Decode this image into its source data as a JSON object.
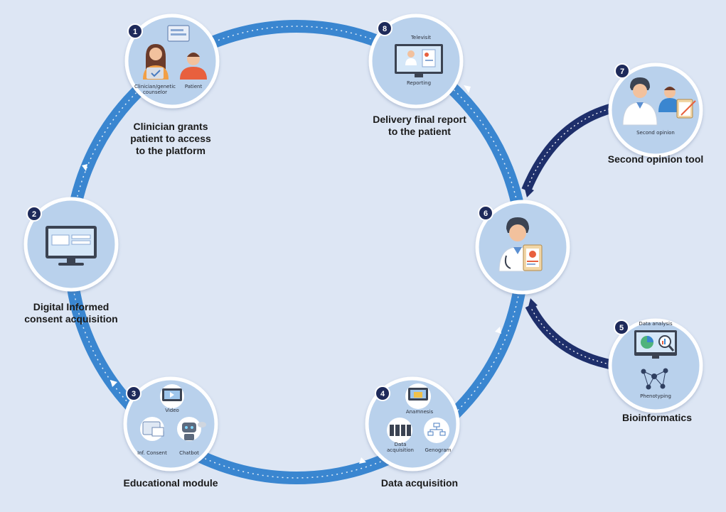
{
  "steps": [
    {
      "number": "1",
      "title": [
        "Clinician grants",
        "patient to access",
        "to the platform"
      ],
      "icon_labels": [
        "Clinician/genetic",
        "counselor",
        "Patient"
      ]
    },
    {
      "number": "2",
      "title": [
        "Digital Informed",
        "consent acquisition"
      ],
      "icon_labels": []
    },
    {
      "number": "3",
      "title": [
        "Educational module"
      ],
      "icon_labels": [
        "Video",
        "Inf. Consent",
        "Chatbot"
      ]
    },
    {
      "number": "4",
      "title": [
        "Data acquisition"
      ],
      "icon_labels": [
        "Anamnesis",
        "Data",
        "acquisition",
        "Genogram"
      ]
    },
    {
      "number": "5",
      "title": [
        "Bioinformatics"
      ],
      "icon_labels": [
        "Data analysis",
        "Phenotyping"
      ]
    },
    {
      "number": "6",
      "title": [],
      "icon_labels": []
    },
    {
      "number": "7",
      "title": [
        "Second opinion tool"
      ],
      "icon_labels": [
        "Second opinion"
      ]
    },
    {
      "number": "8",
      "title": [
        "Delivery final report",
        "to the patient"
      ],
      "icon_labels": [
        "Televisit",
        "Reporting"
      ]
    }
  ],
  "colors": {
    "background": "#dde6f4",
    "main_cycle": "#3a86d0",
    "side_arrows": "#1e2f6b",
    "node_fill": "#b9d1ec",
    "node_border": "#ffffff",
    "badge": "#1e2a5a"
  }
}
